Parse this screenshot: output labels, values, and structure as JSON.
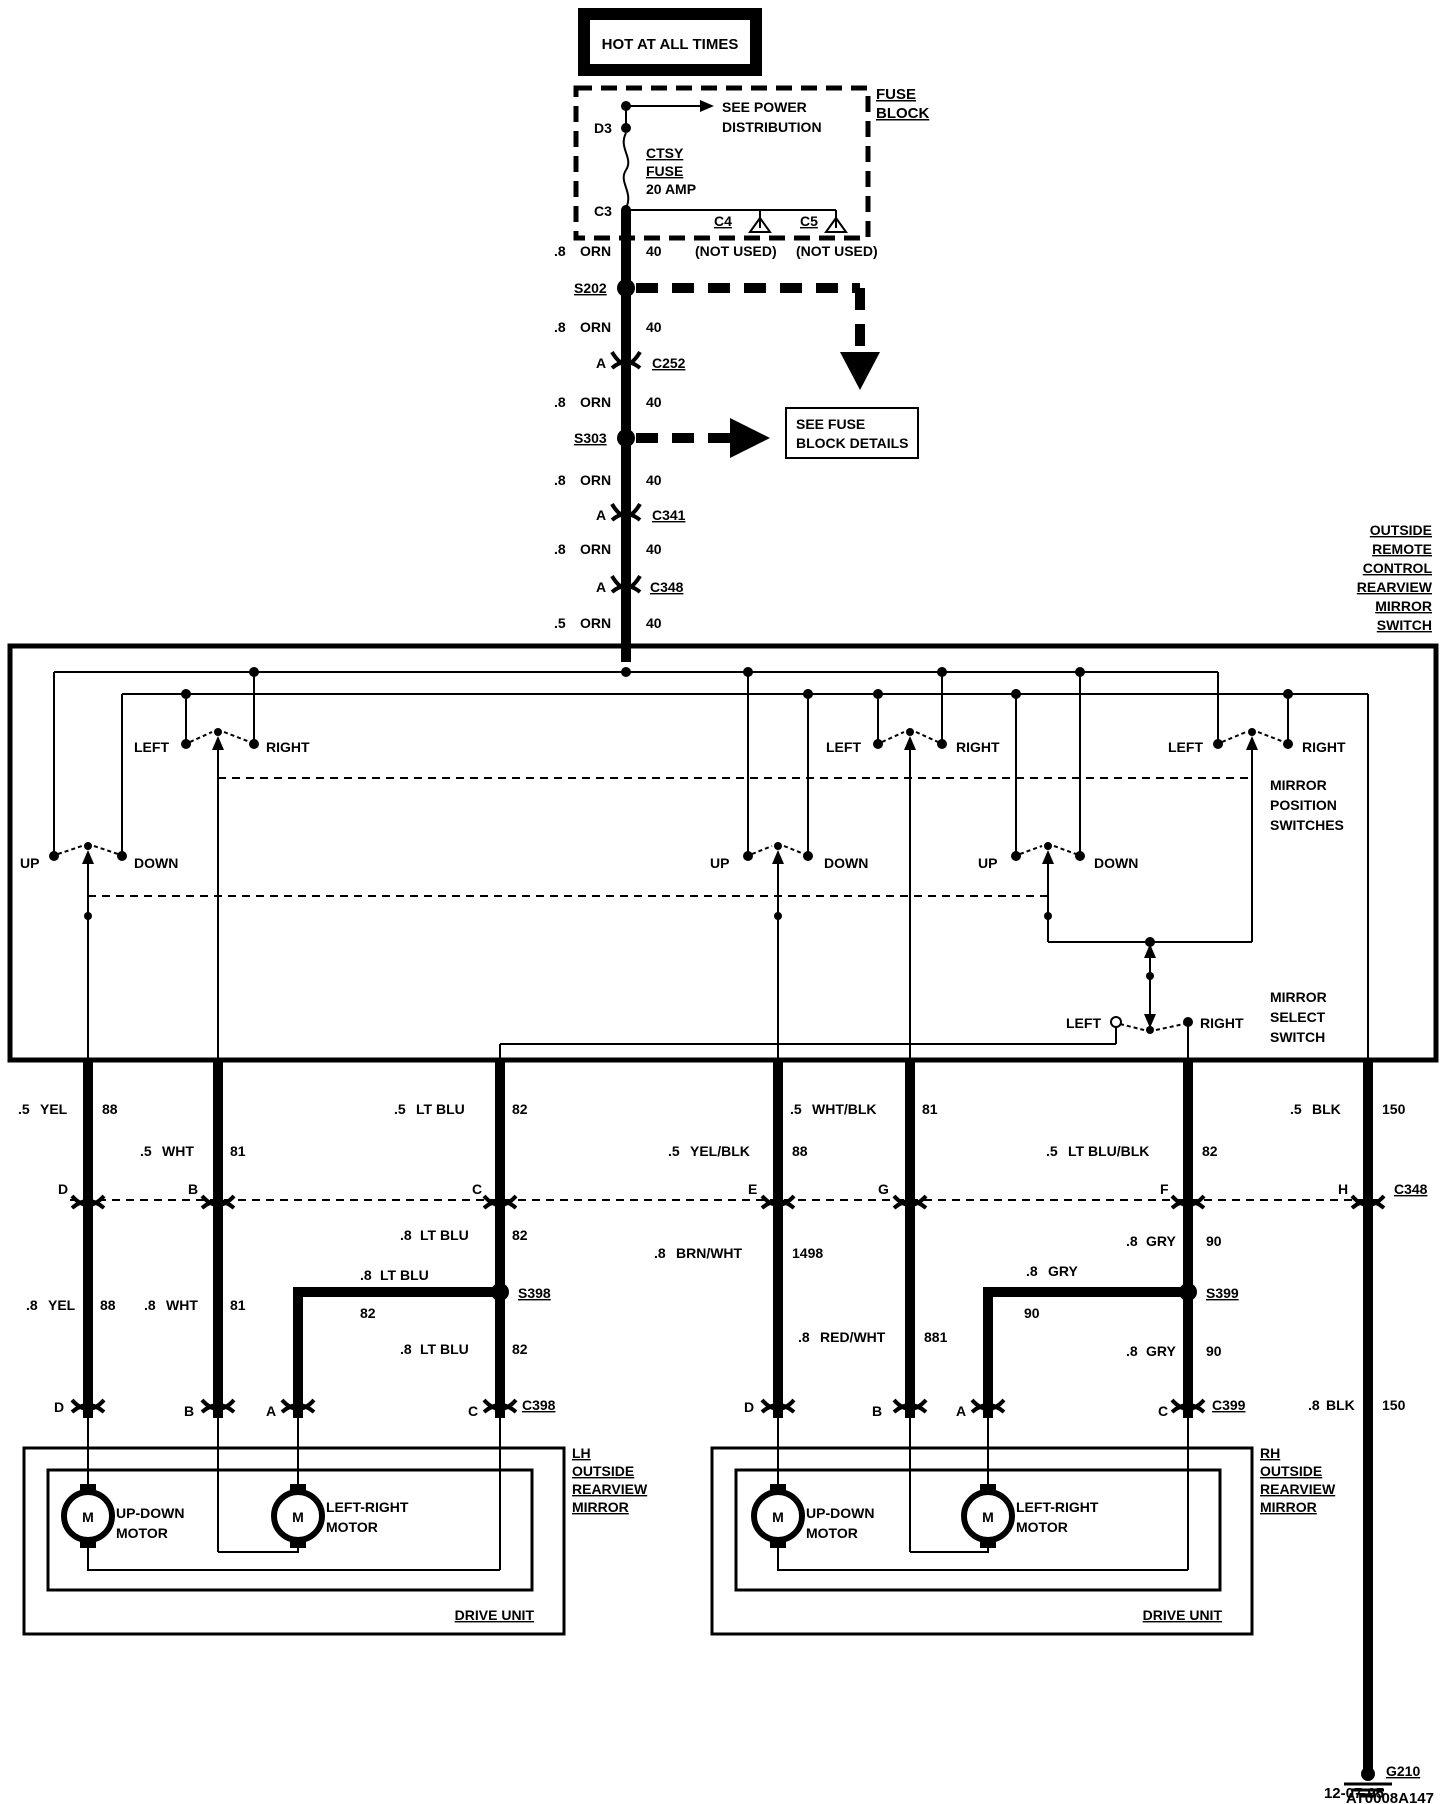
{
  "title_box": "HOT AT ALL TIMES",
  "fuse_block": {
    "label_1": "FUSE",
    "label_2": "BLOCK",
    "pin_top": "D3",
    "pin_bottom": "C3",
    "see_power_1": "SEE POWER",
    "see_power_2": "DISTRIBUTION",
    "fuse_1": "CTSY",
    "fuse_2": "FUSE",
    "fuse_3": "20 AMP",
    "c4": "C4",
    "c5": "C5",
    "not_used": "(NOT USED)"
  },
  "feed": {
    "wires": [
      {
        "size": ".8",
        "color": "ORN",
        "circuit": "40"
      },
      {
        "size": ".8",
        "color": "ORN",
        "circuit": "40"
      },
      {
        "size": ".8",
        "color": "ORN",
        "circuit": "40"
      },
      {
        "size": ".8",
        "color": "ORN",
        "circuit": "40"
      },
      {
        "size": ".8",
        "color": "ORN",
        "circuit": "40"
      },
      {
        "size": ".5",
        "color": "ORN",
        "circuit": "40"
      }
    ],
    "s202": "S202",
    "s303": "S303",
    "c252": "C252",
    "c341": "C341",
    "c348": "C348",
    "pin_a": "A",
    "see_fuse_1": "SEE FUSE",
    "see_fuse_2": "BLOCK DETAILS"
  },
  "switch_assembly": {
    "title": [
      "OUTSIDE",
      "REMOTE",
      "CONTROL",
      "REARVIEW",
      "MIRROR",
      "SWITCH"
    ],
    "left": "LEFT",
    "right": "RIGHT",
    "up": "UP",
    "down": "DOWN",
    "position_switches": [
      "MIRROR",
      "POSITION",
      "SWITCHES"
    ],
    "select_switch": [
      "MIRROR",
      "SELECT",
      "SWITCH"
    ]
  },
  "upper_wires": [
    {
      "size": ".5",
      "color": "YEL",
      "circuit": "88"
    },
    {
      "size": ".5",
      "color": "WHT",
      "circuit": "81"
    },
    {
      "size": ".5",
      "color": "LT BLU",
      "circuit": "82"
    },
    {
      "size": ".5",
      "color": "YEL/BLK",
      "circuit": "88"
    },
    {
      "size": ".5",
      "color": "WHT/BLK",
      "circuit": "81"
    },
    {
      "size": ".5",
      "color": "LT BLU/BLK",
      "circuit": "82"
    },
    {
      "size": ".5",
      "color": "BLK",
      "circuit": "150"
    }
  ],
  "c348_pins": [
    "D",
    "B",
    "C",
    "E",
    "G",
    "F",
    "H"
  ],
  "c348_label": "C348",
  "lower_wires": {
    "lh_yel": {
      "size": ".8",
      "color": "YEL",
      "circuit": "88"
    },
    "lh_wht": {
      "size": ".8",
      "color": "WHT",
      "circuit": "81"
    },
    "lh_ltblu_a": {
      "size": ".8",
      "color": "LT BLU",
      "circuit": "82"
    },
    "lh_ltblu_b": {
      "size": ".8",
      "color": "LT BLU",
      "circuit": "82"
    },
    "lh_ltblu_c": {
      "size": ".8",
      "color": "LT BLU",
      "circuit": "82"
    },
    "rh_brnwht": {
      "size": ".8",
      "color": "BRN/WHT",
      "circuit": "1498"
    },
    "rh_redwht": {
      "size": ".8",
      "color": "RED/WHT",
      "circuit": "881"
    },
    "rh_gry_a": {
      "size": ".8",
      "color": "GRY",
      "circuit": "90"
    },
    "rh_gry_b": {
      "size": ".8",
      "color": "GRY",
      "circuit": "90"
    },
    "rh_gry_c": {
      "size": ".8",
      "color": "GRY",
      "circuit": "90"
    },
    "ground": {
      "size": ".8",
      "color": "BLK",
      "circuit": "150"
    }
  },
  "splices": {
    "s398": "S398",
    "s399": "S399"
  },
  "mirror_connectors": {
    "c398": "C398",
    "c399": "C399",
    "pins": [
      "D",
      "B",
      "A",
      "C"
    ]
  },
  "lh_mirror": {
    "title": [
      "LH",
      "OUTSIDE",
      "REARVIEW",
      "MIRROR"
    ],
    "motor_1": [
      "UP-DOWN",
      "MOTOR"
    ],
    "motor_2": [
      "LEFT-RIGHT",
      "MOTOR"
    ],
    "drive_unit": "DRIVE UNIT",
    "m": "M"
  },
  "rh_mirror": {
    "title": [
      "RH",
      "OUTSIDE",
      "REARVIEW",
      "MIRROR"
    ],
    "motor_1": [
      "UP-DOWN",
      "MOTOR"
    ],
    "motor_2": [
      "LEFT-RIGHT",
      "MOTOR"
    ],
    "drive_unit": "DRIVE UNIT",
    "m": "M"
  },
  "ground_label": "G210",
  "footer_date": "12-07-95",
  "footer_code": "AT0008A147"
}
